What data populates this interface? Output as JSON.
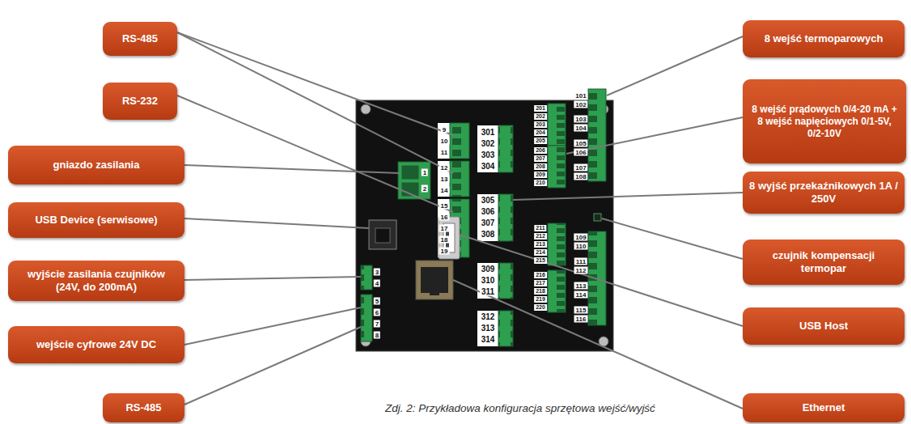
{
  "diagram": {
    "caption": "Zdj. 2: Przykładowa konfiguracja sprzętowa wejść/wyjść",
    "nodes": [
      {
        "text": [
          "RS-485"
        ]
      },
      {
        "text": [
          "RS-232"
        ]
      },
      {
        "text": [
          "gniazdo zasilania"
        ]
      },
      {
        "text": [
          "USB Device (serwisowe)"
        ]
      },
      {
        "text": [
          "wyjście zasilania czujników (24V, do 200mA)"
        ]
      },
      {
        "text": [
          "wejście cyfrowe 24V DC"
        ]
      },
      {
        "text": [
          "RS-485"
        ]
      },
      {
        "text": [
          "8 wejść termoparowych"
        ]
      },
      {
        "text": [
          "8 wejść prądowych 0/4-20 mA + 8 wejść napięciowych 0/1-5V, 0/2-10V"
        ]
      },
      {
        "text": [
          "8 wyjść przekaźnikowych 1A / 250V"
        ]
      },
      {
        "text": [
          "czujnik kompensacji termopar"
        ]
      },
      {
        "text": [
          "USB Host"
        ]
      },
      {
        "text": [
          "Ethernet"
        ]
      }
    ],
    "labels": [
      "9",
      "10",
      "11",
      "12",
      "13",
      "14",
      "15",
      "16",
      "17",
      "18",
      "19",
      "1",
      "2",
      "3",
      "4",
      "5",
      "6",
      "7",
      "8",
      "301",
      "302",
      "303",
      "304",
      "305",
      "306",
      "307",
      "308",
      "309",
      "310",
      "311",
      "312",
      "313",
      "314",
      "201",
      "202",
      "203",
      "204",
      "205",
      "206",
      "207",
      "208",
      "209",
      "210",
      "211",
      "212",
      "213",
      "214",
      "215",
      "216",
      "217",
      "218",
      "219",
      "220",
      "101",
      "102",
      "103",
      "104",
      "105",
      "106",
      "107",
      "108",
      "109",
      "110",
      "111",
      "112",
      "113",
      "114",
      "115",
      "116"
    ]
  }
}
